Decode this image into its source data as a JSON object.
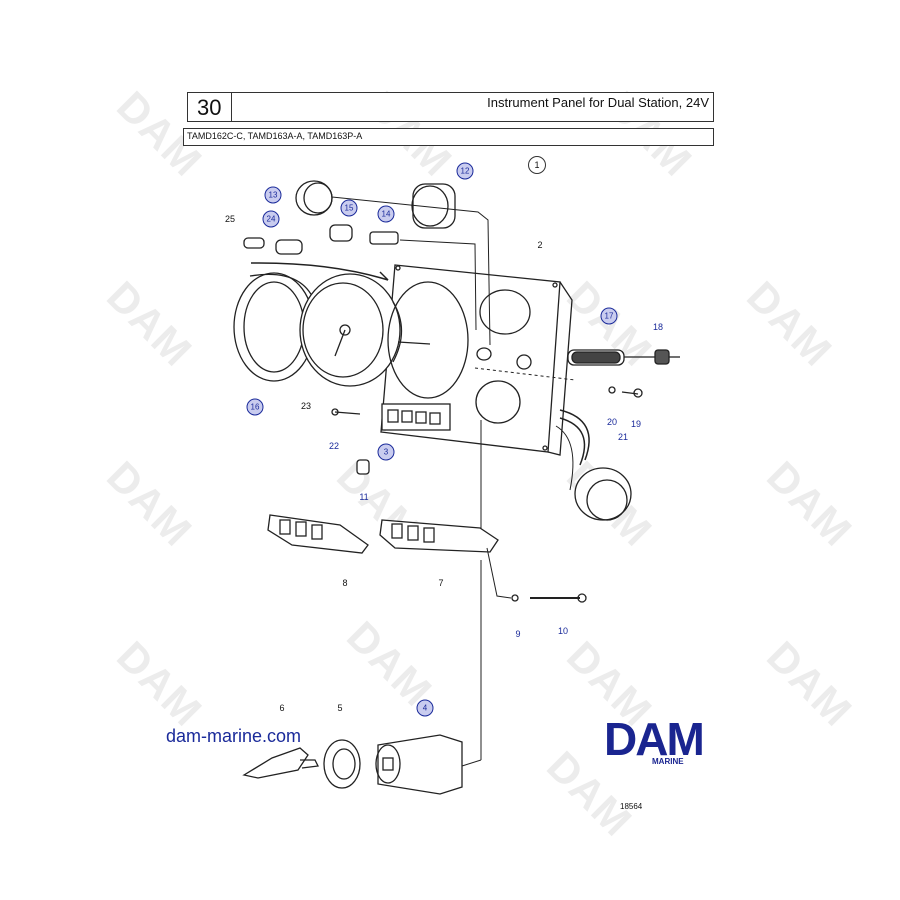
{
  "header": {
    "page_number": "30",
    "title": "Instrument Panel for Dual Station, 24V",
    "models": "TAMD162C-C, TAMD163A-A, TAMD163P-A"
  },
  "watermark": {
    "text": "DAM",
    "color": "#ececec"
  },
  "branding": {
    "url": "dam-marine.com",
    "logo_text": "DAM",
    "logo_sub": "MARINE",
    "brand_color": "#1a2590"
  },
  "figure_ref": "18564",
  "callouts": {
    "c1": "1",
    "c2": "2",
    "c3": "3",
    "c4": "4",
    "c5": "5",
    "c6": "6",
    "c7": "7",
    "c8": "8",
    "c9": "9",
    "c10": "10",
    "c11": "11",
    "c12": "12",
    "c13": "13",
    "c14": "14",
    "c15": "15",
    "c16": "16",
    "c17": "17",
    "c18": "18",
    "c19": "19",
    "c20": "20",
    "c21": "21",
    "c22": "22",
    "c23": "23",
    "c24": "24",
    "c25": "25"
  }
}
